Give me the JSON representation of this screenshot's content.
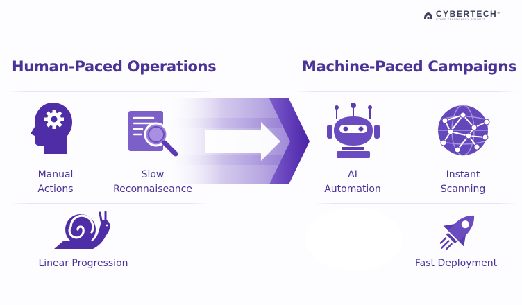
{
  "brand": {
    "name_part1": "CYBER",
    "name_part2": "TECH",
    "trademark": "™",
    "tagline": "CYBER TECHNOLOGY INSIGHTS",
    "logo_icon": "cybertech-logo-icon"
  },
  "left_panel": {
    "title": "Human-Paced Operations",
    "items": [
      {
        "icon": "head-gear-icon",
        "line1": "Manual",
        "line2": "Actions"
      },
      {
        "icon": "document-magnifier-icon",
        "line1": "Slow",
        "line2": "Reconnaiseance"
      },
      {
        "icon": "snail-icon",
        "label": "Linear Progression"
      }
    ]
  },
  "transition": {
    "icon": "right-arrow-chevron-icon"
  },
  "right_panel": {
    "title": "Machine-Paced Campaigns",
    "items": [
      {
        "icon": "robot-icon",
        "line1": "AI",
        "line2": "Automation"
      },
      {
        "icon": "network-globe-icon",
        "line1": "Instant",
        "line2": "Scanning"
      },
      {
        "icon": "rocket-icon",
        "label": "Fast Deployment"
      }
    ]
  },
  "colors": {
    "primary": "#4a3297",
    "icon_purple": "#5b3cb0",
    "icon_light": "#7b5fc8",
    "divider": "#e6e2f8",
    "background": "#fdfdff"
  }
}
